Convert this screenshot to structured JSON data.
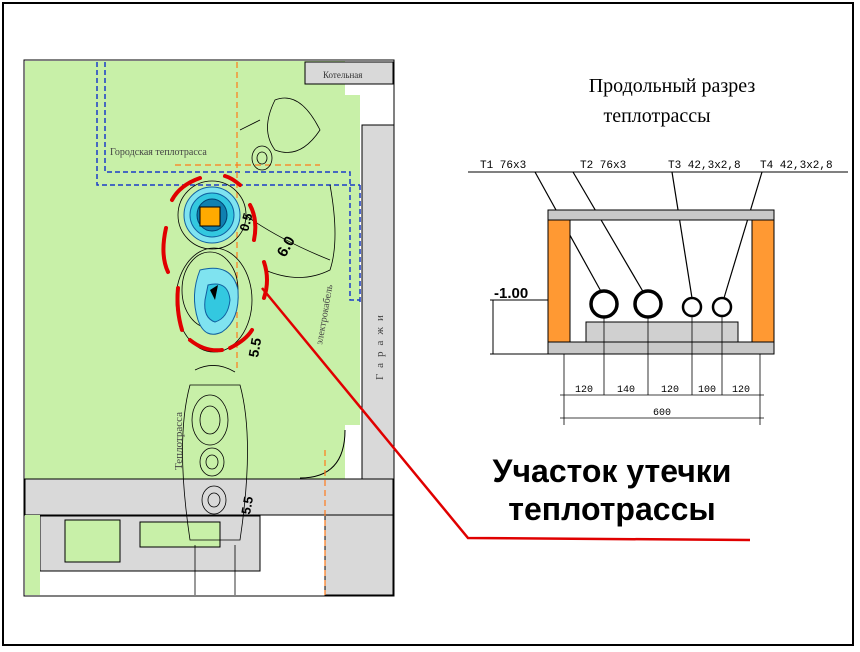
{
  "map": {
    "boiler_label": "Котельная",
    "city_main_label": "Городская теплотрасса",
    "electric_cable_label": "электрокабель",
    "heat_pipe_label": "Теплотрасса",
    "garage_label": "Гаражи",
    "contour_labels": [
      "0.5",
      "6.0",
      "5.5",
      "5.5"
    ]
  },
  "section": {
    "title_line1": "Продольный разрез",
    "title_line2": "теплотрассы",
    "depth_label": "-1.00",
    "pipes": [
      {
        "label": "Т1 76х3"
      },
      {
        "label": "Т2 76х3"
      },
      {
        "label": "Т3 42,3х2,8"
      },
      {
        "label": "Т4 42,3х2,8"
      }
    ],
    "dimensions": [
      "120",
      "140",
      "120",
      "100",
      "120"
    ],
    "total_width": "600"
  },
  "callout": {
    "line1": "Участок утечки",
    "line2": "теплотрассы"
  },
  "colors": {
    "map_green": "#c8f0a8",
    "road_gray": "#d9d9d9",
    "wall_orange": "#ff9933",
    "leak_red": "#e00000",
    "hotspot_cyan": "#33c8e0",
    "hotspot_orange": "#ffaa00"
  }
}
